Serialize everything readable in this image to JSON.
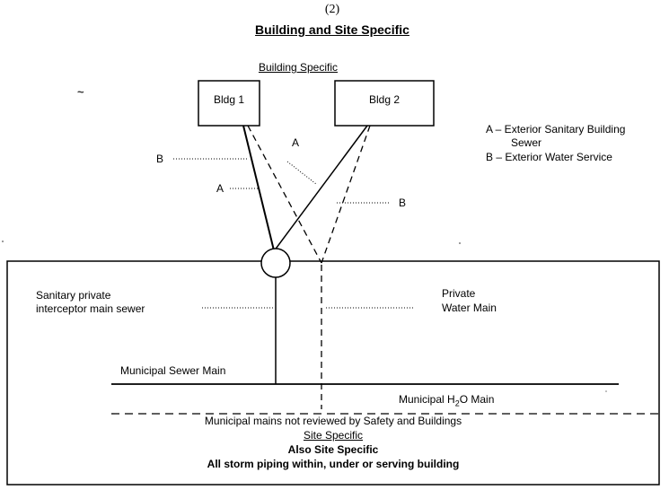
{
  "header": {
    "number": "(2)",
    "title": "Building and Site Specific"
  },
  "building_specific_label": "Building Specific",
  "scan_mark": "~",
  "buildings": {
    "bldg1": "Bldg 1",
    "bldg2": "Bldg 2"
  },
  "legend": {
    "a_line1": "A – Exterior Sanitary Building",
    "a_line2": "Sewer",
    "b_line": "B – Exterior Water Service"
  },
  "pipe_labels": {
    "b_left": "B",
    "a_left": "A",
    "a_center": "A",
    "b_right": "B"
  },
  "site": {
    "sanitary_line1": "Sanitary private",
    "sanitary_line2": "interceptor main sewer",
    "water_line1": "Private",
    "water_line2": "Water Main",
    "sewer_main": "Municipal Sewer Main",
    "h2o_prefix": "Municipal H",
    "h2o_sub": "2",
    "h2o_suffix": "O Main",
    "not_reviewed": "Municipal mains not reviewed by Safety and Buildings",
    "site_specific": "Site Specific",
    "also_site_specific": "Also Site Specific",
    "storm_piping": "All storm piping within, under or serving building"
  }
}
